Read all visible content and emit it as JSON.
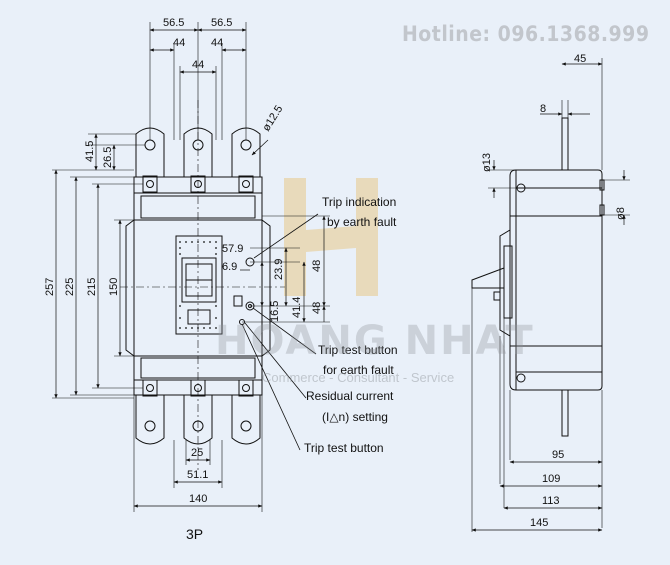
{
  "hotline": "Hotline: 096.1368.999",
  "watermark": {
    "brand": "HOANG NHAT",
    "tagline": "Commerce - Consultant - Service"
  },
  "footer_label": "3P",
  "front_view": {
    "dims_top": {
      "d56_5_a": "56.5",
      "d56_5_b": "56.5",
      "d44_a": "44",
      "d44_b": "44",
      "d44_c": "44",
      "hole": "ø12.5"
    },
    "dims_left": {
      "d41_5": "41.5",
      "d26_5": "26.5",
      "d257": "257",
      "d225": "225",
      "d215": "215",
      "d150": "150"
    },
    "dims_bottom": {
      "d25": "25",
      "d51_1": "51.1",
      "d140": "140"
    },
    "dims_inner": {
      "d57_9": "57.9",
      "d6_9": "6.9",
      "d23_9": "23.9",
      "d16_5": "16.5",
      "d41_4": "41.4",
      "d48_a": "48",
      "d48_b": "48"
    }
  },
  "callouts": {
    "trip_indication_1": "Trip indication",
    "trip_indication_2": "by earth fault",
    "trip_test_ef_1": "Trip test button",
    "trip_test_ef_2": "for earth fault",
    "residual_1": "Residual current",
    "residual_2": "(I△n) setting",
    "trip_test": "Trip test button"
  },
  "side_view": {
    "dims": {
      "d45": "45",
      "d8_top": "8",
      "d13": "ø13",
      "d8_right": "ø8",
      "d95": "95",
      "d109": "109",
      "d113": "113",
      "d145": "145"
    }
  },
  "colors": {
    "background": "#e9f0f9",
    "line": "#111111",
    "watermark": "#e8c98a"
  }
}
